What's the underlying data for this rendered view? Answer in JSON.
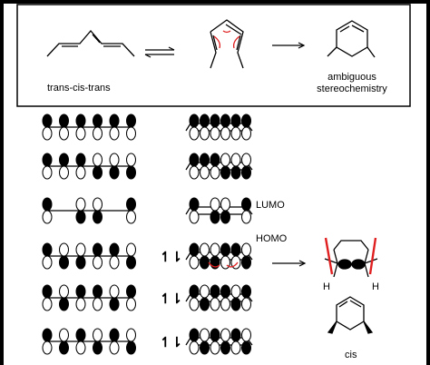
{
  "scheme": {
    "label_start": "trans-cis-trans",
    "label_product_line1": "ambiguous",
    "label_product_line2": "stereochemistry"
  },
  "orbitals": {
    "lumo_label": "LUMO",
    "homo_label": "HOMO",
    "h_left": "H",
    "h_right": "H",
    "cis_label": "cis"
  },
  "colors": {
    "frame": "#000000",
    "panel": "#ffffff",
    "accent_red": "#e02020"
  },
  "mo_rows": [
    {
      "phases": [
        1,
        1,
        1,
        1,
        1,
        1
      ],
      "electrons": ""
    },
    {
      "phases": [
        1,
        1,
        1,
        -1,
        -1,
        -1
      ],
      "electrons": ""
    },
    {
      "phases": [
        1,
        0,
        -1,
        -1,
        0,
        1
      ],
      "electrons": ""
    },
    {
      "phases": [
        1,
        -1,
        -1,
        1,
        1,
        -1
      ],
      "electrons": "↿⇂"
    },
    {
      "phases": [
        1,
        -1,
        1,
        1,
        -1,
        1
      ],
      "electrons": "↿⇂"
    },
    {
      "phases": [
        1,
        -1,
        1,
        -1,
        1,
        -1
      ],
      "electrons": "↿⇂"
    }
  ]
}
